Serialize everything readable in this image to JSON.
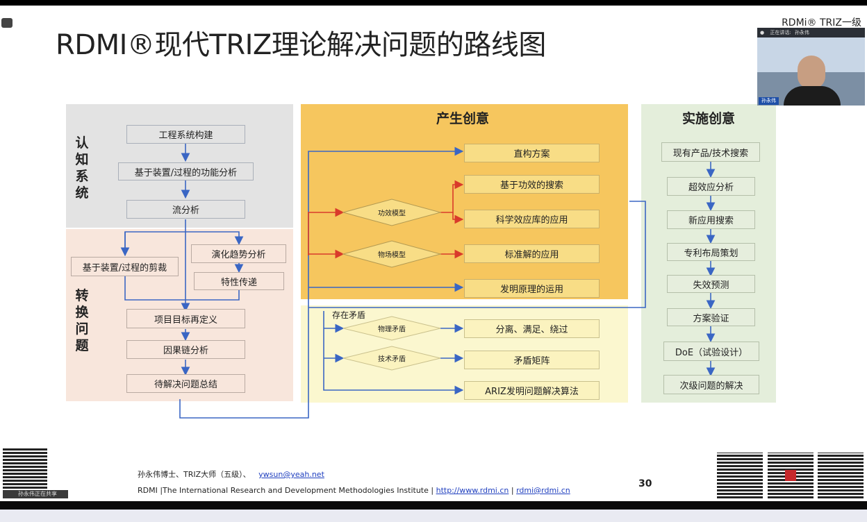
{
  "slide": {
    "title": "RDMI®现代TRIZ理论解决问题的路线图",
    "brand": "RDMi® TRIZ一级",
    "page_number": "30"
  },
  "sections": {
    "cognition_label": "认知系统",
    "transform_label": "转换问题",
    "ideas_head": "产生创意",
    "implement_head": "实施创意",
    "contradiction_label": "存在矛盾"
  },
  "cognition": {
    "items": [
      "工程系统构建",
      "基于装置/过程的功能分析",
      "流分析"
    ]
  },
  "transform": {
    "trimming": "基于装置/过程的剪裁",
    "trend": "演化趋势分析",
    "transfer": "特性传递",
    "redefine": "项目目标再定义",
    "causal": "因果链分析",
    "summary": "待解决问题总结"
  },
  "ideas": {
    "direct": "直构方案",
    "effect_search": "基于功效的搜索",
    "effect_model": "功效模型",
    "effect_db": "科学效应库的应用",
    "su_field_model": "物场模型",
    "standard": "标准解的应用",
    "principles": "发明原理的运用"
  },
  "contradictions": {
    "physical": "物理矛盾",
    "physical_solution": "分离、满足、绕过",
    "technical": "技术矛盾",
    "technical_solution": "矛盾矩阵",
    "ariz": "ARIZ发明问题解决算法"
  },
  "implement": {
    "items": [
      "现有产品/技术搜索",
      "超效应分析",
      "新应用搜索",
      "专利布局策划",
      "失效预测",
      "方案验证",
      "DoE（试验设计）",
      "次级问题的解决"
    ]
  },
  "footer": {
    "author": "孙永伟博士、TRIZ大师（五级）、",
    "email": "ywsun@yeah.net",
    "institute": "RDMI |The International Research and Development Methodologies Institute | ",
    "url": "http://www.rdmi.cn",
    "sep": " | ",
    "contact": "rdmi@rdmi.cn"
  },
  "video": {
    "speaking_label": "正在讲话:",
    "speaker": "孙永伟",
    "name_tag": "孙永伟"
  },
  "share_status": "孙永伟正在共享",
  "colors": {
    "gray_panel": "#e3e3e3",
    "peach_panel": "#f8e6dc",
    "yellow_panel": "#f6c65e",
    "light_yellow_panel": "#fbf7cf",
    "green_panel": "#e4eedb",
    "blue_arrow": "#3a66c4",
    "red_arrow": "#d93a2b"
  }
}
